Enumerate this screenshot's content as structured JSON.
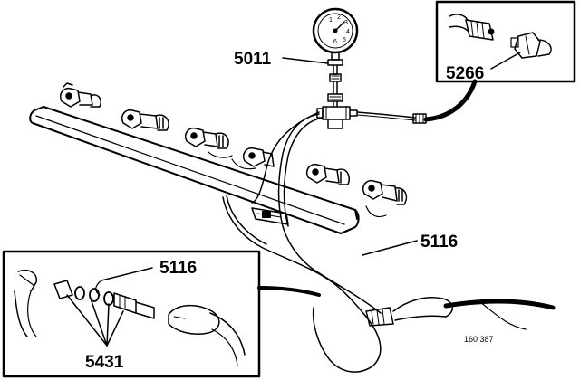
{
  "labels": {
    "gauge": "5011",
    "adapter_inset": "5266",
    "hose_main": "5116",
    "hose_inset": "5116",
    "seal_kit": "5431"
  },
  "figure_ref": "160 387",
  "gauge_digits": [
    "1",
    "2",
    "3",
    "4",
    "5",
    "6"
  ],
  "colors": {
    "ink": "#000000",
    "paper": "#ffffff"
  }
}
